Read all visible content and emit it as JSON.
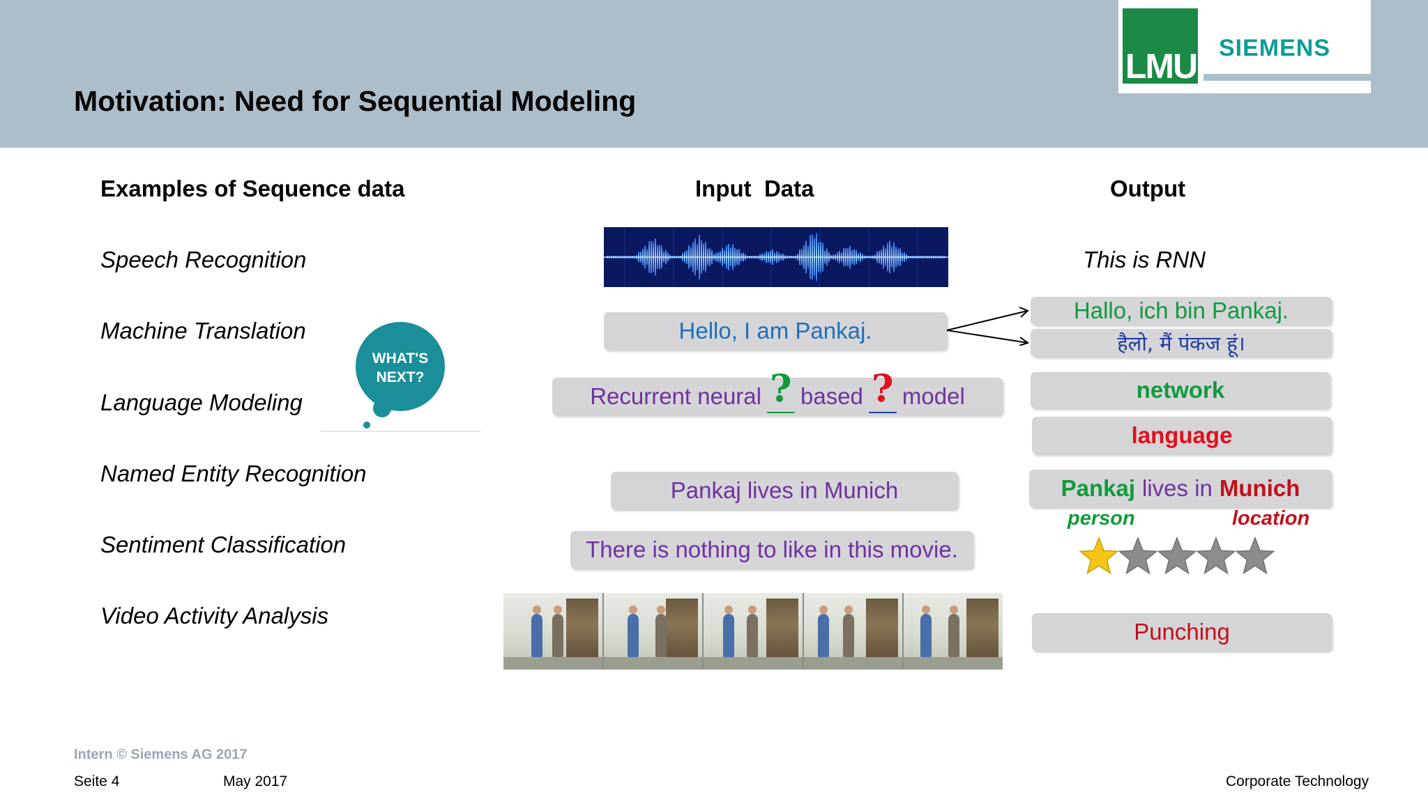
{
  "header": {
    "title": "Motivation: Need for Sequential Modeling",
    "logos": {
      "lmu": "LMU",
      "siemens": "SIEMENS"
    }
  },
  "columns": {
    "examples": "Examples of Sequence data",
    "input": "Input  Data",
    "output": "Output"
  },
  "examples": [
    "Speech Recognition",
    "Machine Translation",
    "Language Modeling",
    "Named Entity Recognition",
    "Sentiment Classification",
    "Video Activity Analysis"
  ],
  "bubble": {
    "line1": "WHAT'S",
    "line2": "NEXT?"
  },
  "inputs": {
    "translation": "Hello, I am Pankaj.",
    "lm_part1": "Recurrent neural",
    "lm_part2": "based",
    "lm_part3": "model",
    "lm_blank": "?",
    "ner": "Pankaj lives in Munich",
    "sentiment": "There is nothing to like in this movie."
  },
  "outputs": {
    "speech": "This is RNN",
    "translation_de": "Hallo, ich bin Pankaj.",
    "translation_hi": "हैलो, मैं पंकज हूं।",
    "lm_word1": "network",
    "lm_word2": "language",
    "ner_w1": "Pankaj",
    "ner_w2": "lives in",
    "ner_w3": "Munich",
    "ner_tag1": "person",
    "ner_tag2": "location",
    "sentiment_rating": {
      "filled": 1,
      "total": 5
    },
    "video": "Punching"
  },
  "footer": {
    "copyright": "Intern © Siemens AG 2017",
    "page": "Seite 4",
    "date": "May 2017",
    "department": "Corporate Technology"
  },
  "colors": {
    "header_bg": "#adbecb",
    "pill_bg": "#d5d5d7",
    "blue_text": "#1f6fb8",
    "purple_text": "#7030a0",
    "green": "#109a3c",
    "red": "#c0101c",
    "teal_bubble": "#1a8f99",
    "star_filled": "#f5c518",
    "star_empty": "#8c8c8c"
  },
  "icons": [
    "question-mark-icon",
    "star-icon",
    "speech-bubble-icon",
    "arrow-icon"
  ]
}
